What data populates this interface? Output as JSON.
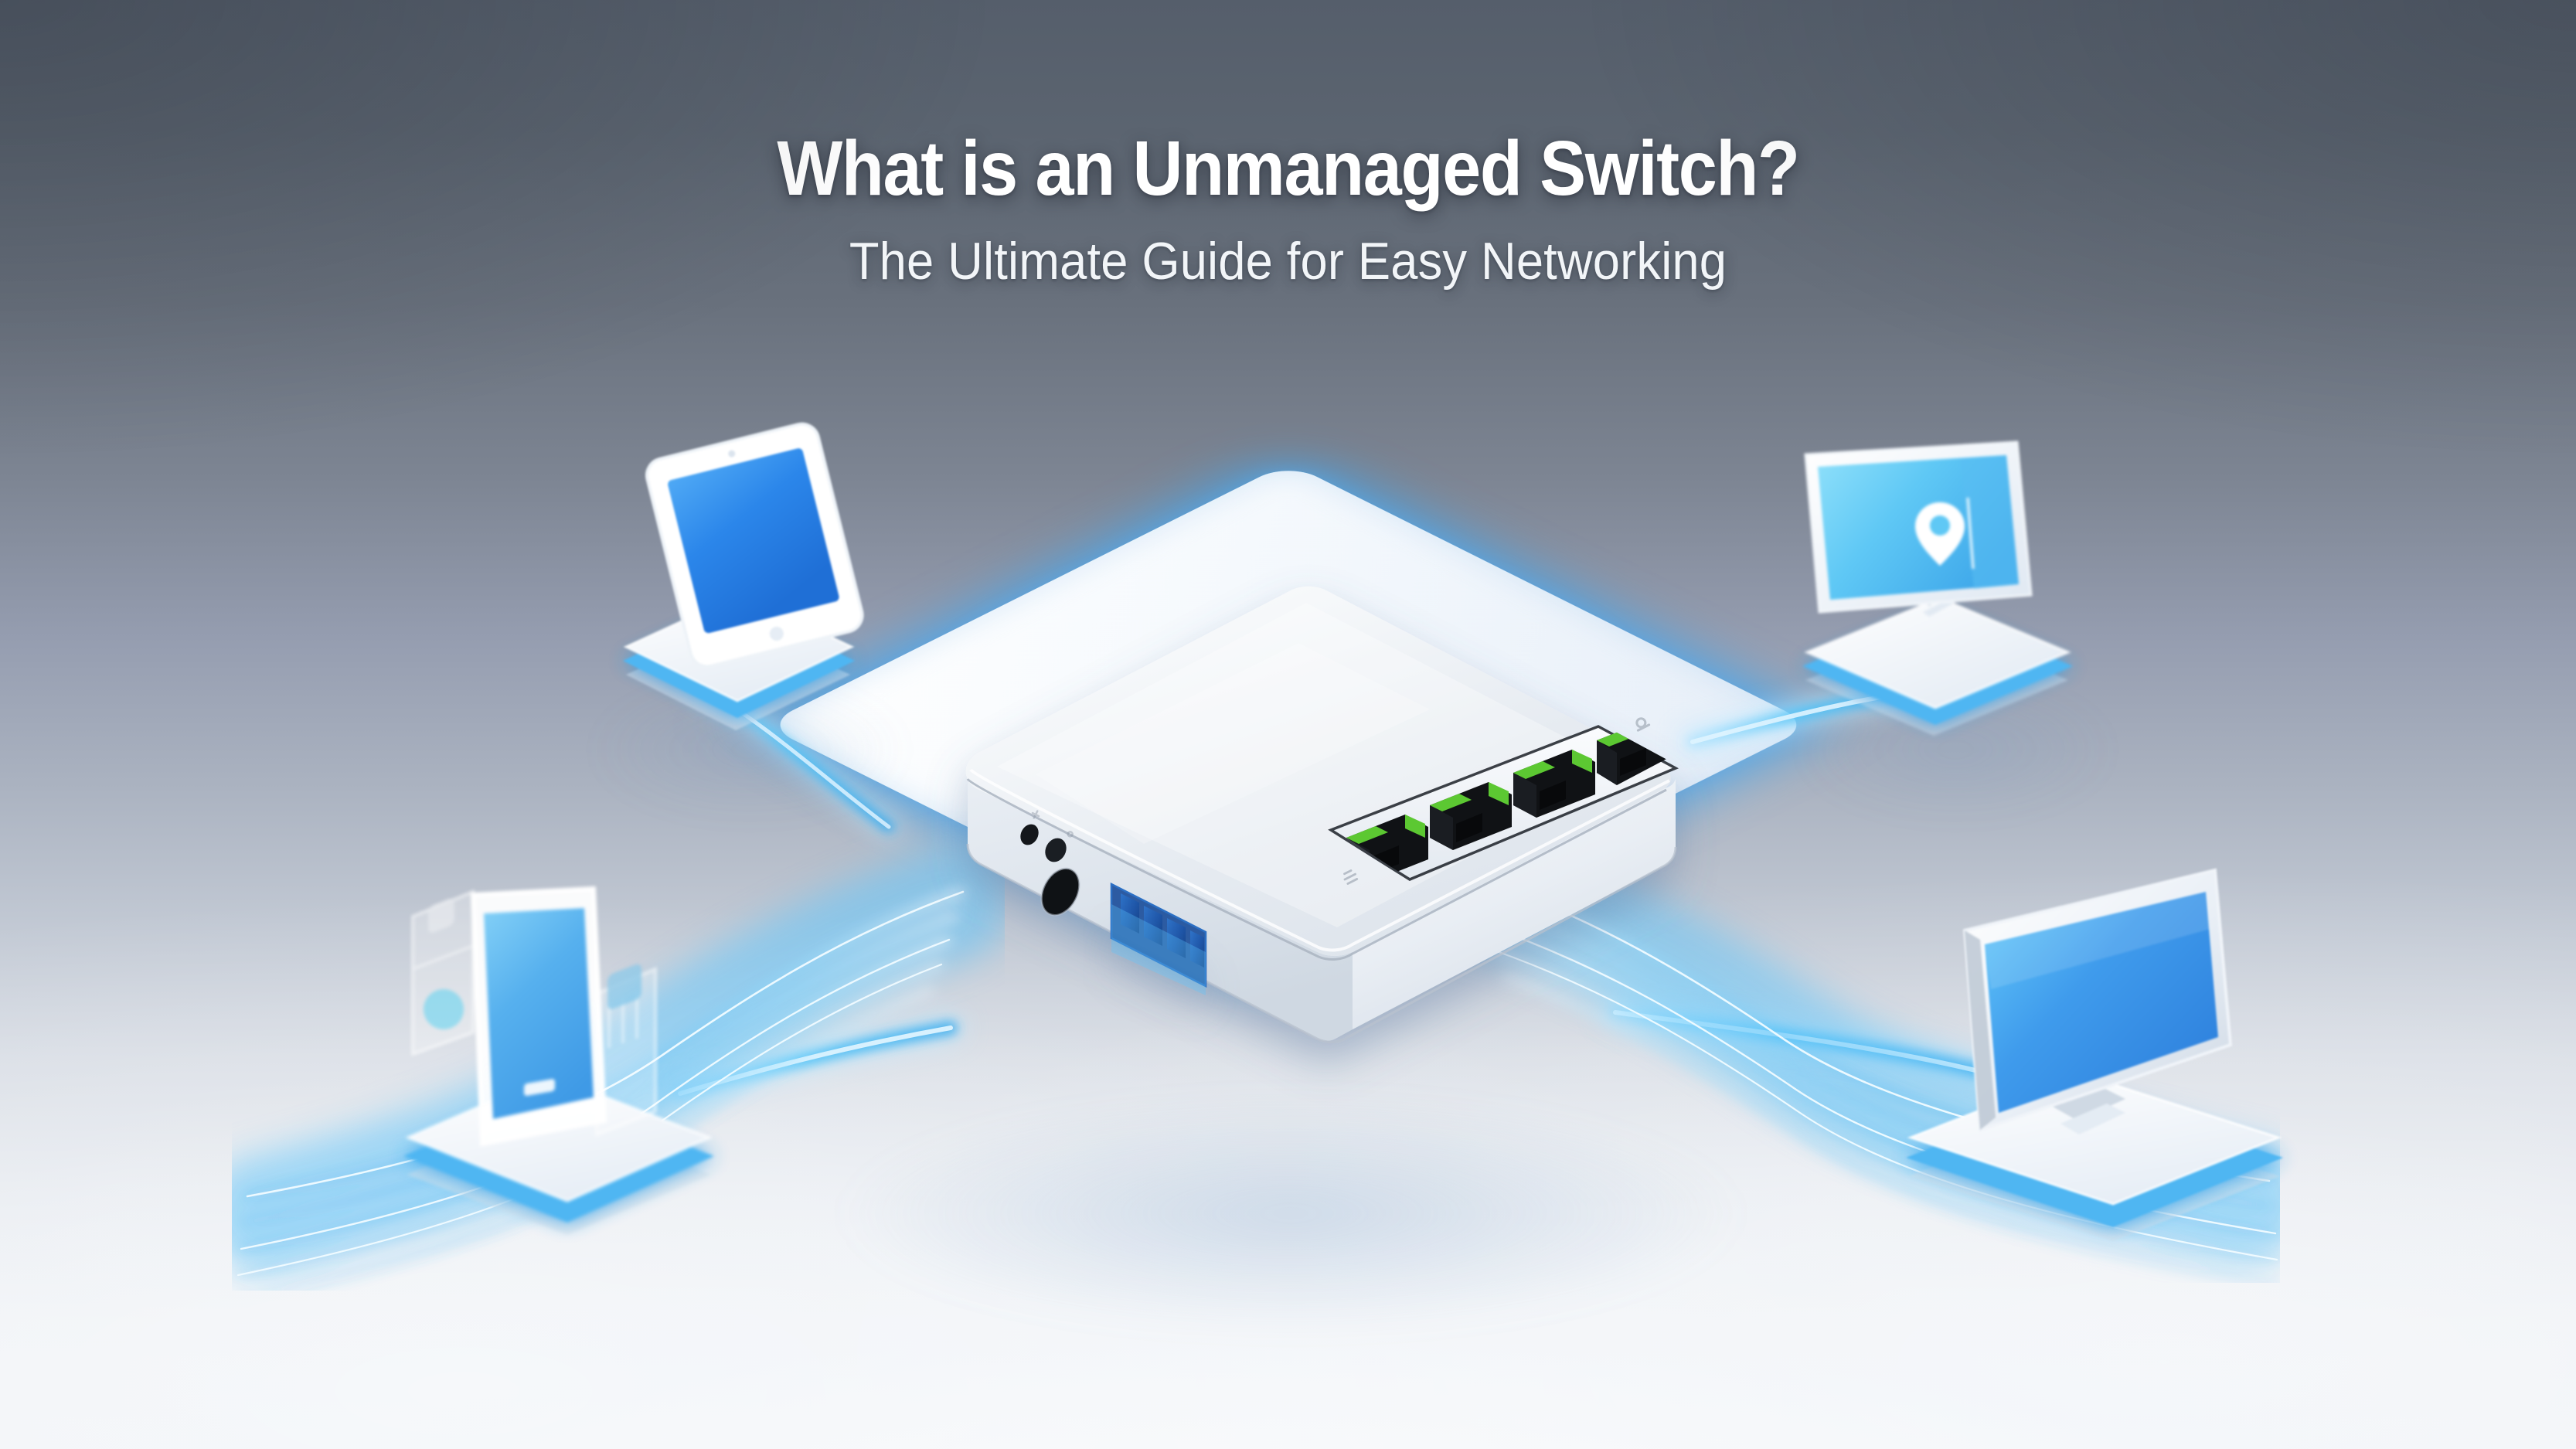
{
  "headings": {
    "title": "What is an Unmanaged Switch?",
    "subtitle": "The Ultimate Guide for Easy Networking"
  },
  "theme": {
    "background_top": "#5b6470",
    "background_mid": "#aab2c0",
    "background_bottom": "#eceff4",
    "accent_cyan": "#4fc3f7",
    "accent_blue": "#1f8fe0",
    "led_green": "#5cc832",
    "device_white": "#ffffff",
    "chassis_silver": "#e3e8ef",
    "port_black": "#121417",
    "title_color": "#ffffff",
    "subtitle_color": "#f2f5f8"
  },
  "scene": {
    "center_device": {
      "name": "unmanaged network switch",
      "chassis_finish": "brushed silver-white",
      "port_count": 4,
      "port_type": "RJ45 Ethernet",
      "port_led_color": "green",
      "led_legend_count": 6,
      "vent_slot_count": 4,
      "side_openings": [
        "power jack",
        "reset pinhole",
        "status hole"
      ],
      "pedestal": "white glowing platform"
    },
    "peripherals": [
      {
        "id": "tablet",
        "label": "tablet",
        "position": "upper-left",
        "screen_color": "blue gradient",
        "pedestal_glow": "#2f9fe8"
      },
      {
        "id": "monitor-top-right",
        "label": "desktop monitor",
        "position": "upper-right",
        "screen_color": "cyan gradient",
        "screen_glyph": "location-pin",
        "pedestal_glow": "#2f9fe8"
      },
      {
        "id": "smartphone",
        "label": "smartphone with app cards",
        "position": "lower-left",
        "screen_color": "blue gradient",
        "pedestal_glow": "#2f9fe8"
      },
      {
        "id": "monitor-bottom-right",
        "label": "widescreen monitor",
        "position": "lower-right",
        "screen_color": "blue gradient",
        "pedestal_glow": "#2f9fe8"
      }
    ],
    "connections": [
      {
        "from": "switch",
        "to": "tablet",
        "style": "glowing cyan light stream"
      },
      {
        "from": "switch",
        "to": "monitor-top-right",
        "style": "glowing cyan cable"
      },
      {
        "from": "switch",
        "to": "smartphone",
        "style": "glowing cyan cable"
      },
      {
        "from": "switch",
        "to": "monitor-bottom-right",
        "style": "glowing cyan cable"
      }
    ]
  }
}
